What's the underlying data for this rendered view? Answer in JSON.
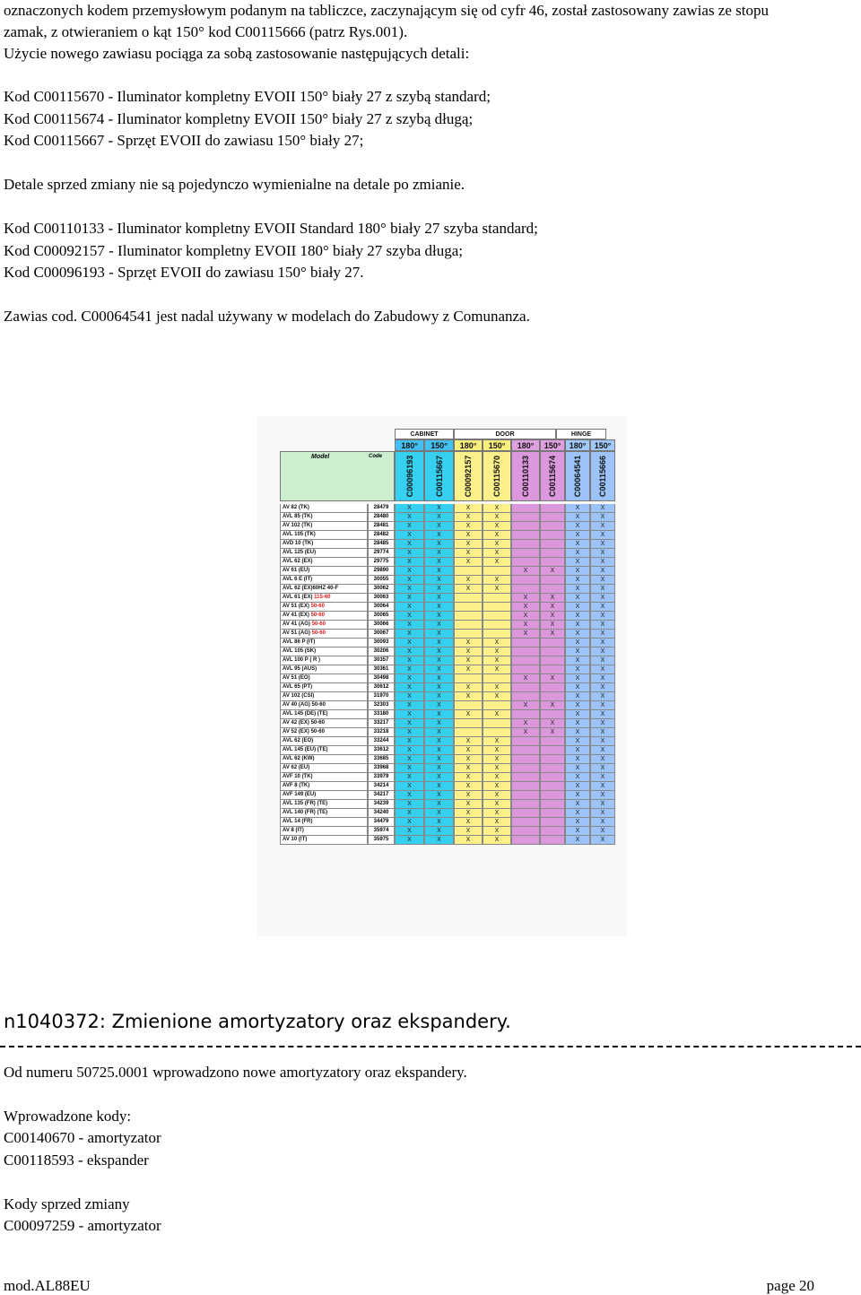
{
  "text": {
    "l1": "oznaczonych kodem przemysłowym podanym na tabliczce, zaczynającym się od cyfr 46, został zastosowany zawias ze stopu",
    "l2": "zamak, z otwieraniem o kąt 150° kod C00115666 (patrz Rys.001).",
    "l3": "Użycie nowego zawiasu pociąga za sobą zastosowanie następujących detali:",
    "l4": "Kod C00115670 - Iluminator kompletny EVOII 150° biały 27 z szybą standard;",
    "l5": "Kod C00115674 - Iluminator kompletny EVOII 150° biały 27 z szybą długą;",
    "l6": "Kod C00115667 - Sprzęt EVOII  do zawiasu 150° biały 27;",
    "l7": "Detale sprzed zmiany nie są pojedynczo wymienialne na detale po zmianie.",
    "l8": "Kod C00110133 - Iluminator kompletny EVOII Standard 180° biały 27 szyba standard;",
    "l9": "Kod C00092157 - Iluminator kompletny EVOII 180° biały 27 szyba długa;",
    "l10": "Kod C00096193 - Sprzęt EVOII  do zawiasu 150° biały 27.",
    "l11": "Zawias cod. C00064541 jest nadal używany w modelach do Zabudowy z Comunanza.",
    "section_title": "n1040372: Zmienione amortyzatory oraz ekspandery.",
    "l12": "Od numeru 50725.0001 wprowadzono nowe amortyzatory oraz ekspandery.",
    "l13": "Wprowadzone kody:",
    "l14": "C00140670 - amortyzator",
    "l15": "C00118593 - ekspander",
    "l16": "Kody sprzed zmiany",
    "l17": "C00097259 - amortyzator"
  },
  "footer": {
    "doc": "mod.AL88EU",
    "page": "page 20"
  },
  "table": {
    "groups": [
      "CABINET",
      "DOOR",
      "HINGE"
    ],
    "angles": [
      "180°",
      "150°",
      "180°",
      "150°",
      "180°",
      "150°",
      "180°",
      "150°"
    ],
    "codes": [
      "C00096193",
      "C00115667",
      "C00092157",
      "C00115670",
      "C00110133",
      "C00115674",
      "C00064541",
      "C00115666"
    ],
    "model_header": "Model",
    "code_header": "Code",
    "colors": [
      "#35d0f0",
      "#35d0f0",
      "#fbf08a",
      "#fbf08a",
      "#dc98dc",
      "#dc98dc",
      "#9cc4f8",
      "#9cc4f8"
    ],
    "header_colors": [
      "#44c0f0",
      "#44c0f0",
      "#f7ef7a",
      "#f7ef7a",
      "#e0a0e0",
      "#e0a0e0",
      "#a0c8f8",
      "#a0c8f8"
    ],
    "rows": [
      {
        "m": "AV 82 (TK)",
        "h": "",
        "c": "28479",
        "x": [
          1,
          1,
          1,
          1,
          0,
          0,
          1,
          1
        ]
      },
      {
        "m": "AVL 85 (TK)",
        "h": "",
        "c": "28480",
        "x": [
          1,
          1,
          1,
          1,
          0,
          0,
          1,
          1
        ]
      },
      {
        "m": "AV 102 (TK)",
        "h": "",
        "c": "28481",
        "x": [
          1,
          1,
          1,
          1,
          0,
          0,
          1,
          1
        ]
      },
      {
        "m": "AVL 105 (TK)",
        "h": "",
        "c": "28482",
        "x": [
          1,
          1,
          1,
          1,
          0,
          0,
          1,
          1
        ]
      },
      {
        "m": "AVD 10 (TK)",
        "h": "",
        "c": "28485",
        "x": [
          1,
          1,
          1,
          1,
          0,
          0,
          1,
          1
        ]
      },
      {
        "m": "AVL 125 (EU)",
        "h": "",
        "c": "29774",
        "x": [
          1,
          1,
          1,
          1,
          0,
          0,
          1,
          1
        ]
      },
      {
        "m": "AVL 62 (EX)",
        "h": "",
        "c": "29775",
        "x": [
          1,
          1,
          1,
          1,
          0,
          0,
          1,
          1
        ]
      },
      {
        "m": "AV 61 (EU)",
        "h": "",
        "c": "29890",
        "x": [
          1,
          1,
          0,
          0,
          1,
          1,
          1,
          1
        ]
      },
      {
        "m": "AVL 6 E (IT)",
        "h": "",
        "c": "30055",
        "x": [
          1,
          1,
          1,
          1,
          0,
          0,
          1,
          1
        ]
      },
      {
        "m": "AVL 62 (EX)60HZ 40-F",
        "h": "",
        "c": "30062",
        "x": [
          1,
          1,
          1,
          1,
          0,
          0,
          1,
          1
        ]
      },
      {
        "m": "AVL 61 (EX)",
        "h": "115-60",
        "c": "30063",
        "x": [
          1,
          1,
          0,
          0,
          1,
          1,
          1,
          1
        ]
      },
      {
        "m": "AV 51 (EX)",
        "h": "50-60",
        "c": "30064",
        "x": [
          1,
          1,
          0,
          0,
          1,
          1,
          1,
          1
        ]
      },
      {
        "m": "AV 41 (EX)",
        "h": "50-60",
        "c": "30065",
        "x": [
          1,
          1,
          0,
          0,
          1,
          1,
          1,
          1
        ]
      },
      {
        "m": "AV 41 (AG)",
        "h": "50-60",
        "c": "30066",
        "x": [
          1,
          1,
          0,
          0,
          1,
          1,
          1,
          1
        ]
      },
      {
        "m": "AV 51 (AG)",
        "h": "50-60",
        "c": "30067",
        "x": [
          1,
          1,
          0,
          0,
          1,
          1,
          1,
          1
        ]
      },
      {
        "m": "AVL 86 P (IT)",
        "h": "",
        "c": "30093",
        "x": [
          1,
          1,
          1,
          1,
          0,
          0,
          1,
          1
        ]
      },
      {
        "m": "AVL 105 (SK)",
        "h": "",
        "c": "30206",
        "x": [
          1,
          1,
          1,
          1,
          0,
          0,
          1,
          1
        ]
      },
      {
        "m": "AVL 100 P ( R )",
        "h": "",
        "c": "30357",
        "x": [
          1,
          1,
          1,
          1,
          0,
          0,
          1,
          1
        ]
      },
      {
        "m": "AVL 95 (AUS)",
        "h": "",
        "c": "30361",
        "x": [
          1,
          1,
          1,
          1,
          0,
          0,
          1,
          1
        ]
      },
      {
        "m": "AV 51 (EO)",
        "h": "",
        "c": "30498",
        "x": [
          1,
          1,
          0,
          0,
          1,
          1,
          1,
          1
        ]
      },
      {
        "m": "AVL 65 (PT)",
        "h": "",
        "c": "30612",
        "x": [
          1,
          1,
          1,
          1,
          0,
          0,
          1,
          1
        ]
      },
      {
        "m": "AV 102 (CSI)",
        "h": "",
        "c": "31970",
        "x": [
          1,
          1,
          1,
          1,
          0,
          0,
          1,
          1
        ]
      },
      {
        "m": "AV 40 (AG) 50-60",
        "h": "",
        "c": "32303",
        "x": [
          1,
          1,
          0,
          0,
          1,
          1,
          1,
          1
        ]
      },
      {
        "m": "AVL 145 (DE) (TE)",
        "h": "",
        "c": "33180",
        "x": [
          1,
          1,
          1,
          1,
          0,
          0,
          1,
          1
        ]
      },
      {
        "m": "AV 42 (EX) 50-60",
        "h": "",
        "c": "33217",
        "x": [
          1,
          1,
          0,
          0,
          1,
          1,
          1,
          1
        ]
      },
      {
        "m": "AV 52 (EX) 50-60",
        "h": "",
        "c": "33218",
        "x": [
          1,
          1,
          0,
          0,
          1,
          1,
          1,
          1
        ]
      },
      {
        "m": "AVL 62 (EO)",
        "h": "",
        "c": "33244",
        "x": [
          1,
          1,
          1,
          1,
          0,
          0,
          1,
          1
        ]
      },
      {
        "m": "AVL 145 (EU) (TE)",
        "h": "",
        "c": "33612",
        "x": [
          1,
          1,
          1,
          1,
          0,
          0,
          1,
          1
        ]
      },
      {
        "m": "AVL 62 (KW)",
        "h": "",
        "c": "33685",
        "x": [
          1,
          1,
          1,
          1,
          0,
          0,
          1,
          1
        ]
      },
      {
        "m": "AV 62 (EU)",
        "h": "",
        "c": "33968",
        "x": [
          1,
          1,
          1,
          1,
          0,
          0,
          1,
          1
        ]
      },
      {
        "m": "AVF 10 (TK)",
        "h": "",
        "c": "33979",
        "x": [
          1,
          1,
          1,
          1,
          0,
          0,
          1,
          1
        ]
      },
      {
        "m": "AVF 8 (TK)",
        "h": "",
        "c": "34214",
        "x": [
          1,
          1,
          1,
          1,
          0,
          0,
          1,
          1
        ]
      },
      {
        "m": "AVF 149 (EU)",
        "h": "",
        "c": "34217",
        "x": [
          1,
          1,
          1,
          1,
          0,
          0,
          1,
          1
        ]
      },
      {
        "m": "AVL 135 (FR) (TE)",
        "h": "",
        "c": "34239",
        "x": [
          1,
          1,
          1,
          1,
          0,
          0,
          1,
          1
        ]
      },
      {
        "m": "AVL 140 (FR) (TE)",
        "h": "",
        "c": "34240",
        "x": [
          1,
          1,
          1,
          1,
          0,
          0,
          1,
          1
        ]
      },
      {
        "m": "AVL 14 (FR)",
        "h": "",
        "c": "34479",
        "x": [
          1,
          1,
          1,
          1,
          0,
          0,
          1,
          1
        ]
      },
      {
        "m": "AV 8 (IT)",
        "h": "",
        "c": "35974",
        "x": [
          1,
          1,
          1,
          1,
          0,
          0,
          1,
          1
        ]
      },
      {
        "m": "AV 10 (IT)",
        "h": "",
        "c": "35975",
        "x": [
          1,
          1,
          1,
          1,
          0,
          0,
          1,
          1
        ]
      }
    ]
  }
}
